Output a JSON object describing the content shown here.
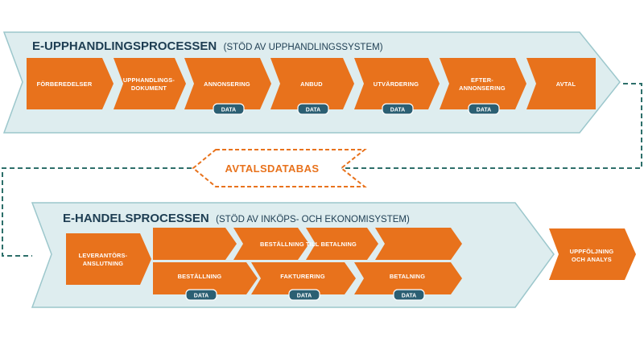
{
  "colors": {
    "orange": "#e8721c",
    "panel": "#deedef",
    "panel_border": "#9cc7cc",
    "data_badge": "#2b5f73",
    "text_dark": "#1d3d52",
    "dashed_line": "#2d6f6a"
  },
  "top": {
    "title": "E-UPPHANDLINGSPROCESSEN",
    "subtitle": "(STÖD AV UPPHANDLINGSSYSTEM)",
    "steps": [
      {
        "lines": [
          "FÖRBEREDELSER"
        ],
        "data": false
      },
      {
        "lines": [
          "UPPHANDLINGS-",
          "DOKUMENT"
        ],
        "data": false
      },
      {
        "lines": [
          "ANNONSERING"
        ],
        "data": true
      },
      {
        "lines": [
          "ANBUD"
        ],
        "data": true
      },
      {
        "lines": [
          "UTVÄRDERING"
        ],
        "data": true
      },
      {
        "lines": [
          "EFTER-",
          "ANNONSERING"
        ],
        "data": true
      },
      {
        "lines": [
          "AVTAL"
        ],
        "data": false
      }
    ]
  },
  "middle": {
    "label": "AVTALSDATABAS"
  },
  "bottom": {
    "title": "E-HANDELSPROCESSEN",
    "subtitle": "(STÖD AV INKÖPS- OCH EKONOMISYSTEM)",
    "first_step": [
      "LEVERANTÖRS-",
      "ANSLUTNING"
    ],
    "span_label": "BESTÄLLNING TILL BETALNING",
    "steps": [
      {
        "lines": [
          "BESTÄLLNING"
        ],
        "data": true
      },
      {
        "lines": [
          "FAKTURERING"
        ],
        "data": true
      },
      {
        "lines": [
          "BETALNING"
        ],
        "data": true
      }
    ],
    "outside_step": [
      "UPPFÖLJNING",
      "OCH ANALYS"
    ]
  },
  "data_badge_text": "DATA"
}
